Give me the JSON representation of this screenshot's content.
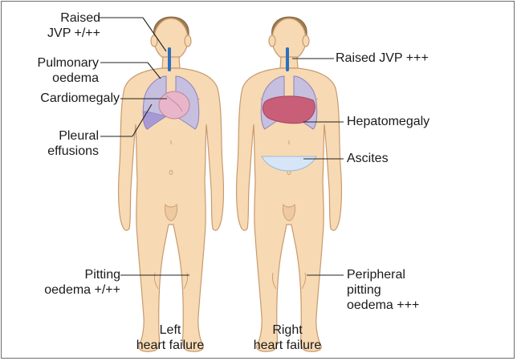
{
  "left_figure": {
    "caption": [
      "Left",
      "heart failure"
    ],
    "labels": {
      "jvp": [
        "Raised",
        "JVP +/++"
      ],
      "pulmonary_oedema": [
        "Pulmonary",
        "oedema"
      ],
      "cardiomegaly": "Cardiomegaly",
      "pleural_effusions": [
        "Pleural",
        "effusions"
      ],
      "pitting_oedema": [
        "Pitting",
        "oedema +/++"
      ]
    }
  },
  "right_figure": {
    "caption": [
      "Right",
      "heart failure"
    ],
    "labels": {
      "jvp": "Raised JVP +++",
      "hepatomegaly": "Hepatomegaly",
      "ascites": "Ascites",
      "peripheral_oedema": [
        "Peripheral",
        "pitting",
        "oedema +++"
      ]
    }
  },
  "colors": {
    "skin": "#f7d9b3",
    "skin_outline": "#c89a6e",
    "hair": "#9a7a52",
    "lungs": "#c6bfe0",
    "lungs_outline": "#8d83b8",
    "heart": "#e8b6c8",
    "liver": "#c95e78",
    "ascites_fluid": "#d6e6f6",
    "jugular_vein": "#2c6fbf",
    "leader_line": "#222222"
  }
}
